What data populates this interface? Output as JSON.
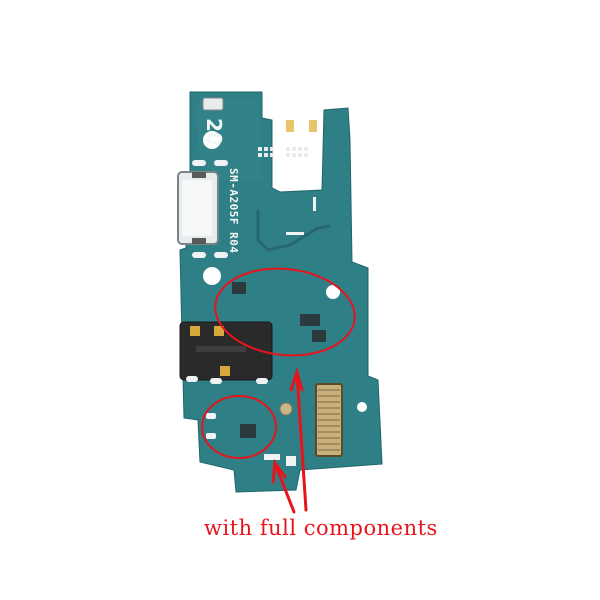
{
  "image": {
    "subject": "Phone charging port flex board (PCB)",
    "background": "#ffffff",
    "board_color": "#2e7f86"
  },
  "silkscreen": {
    "number": "20",
    "model": "SM-A205F R04"
  },
  "annotation": {
    "caption": "with full components",
    "color": "#e8141c",
    "circles": 2,
    "arrows": 2
  }
}
